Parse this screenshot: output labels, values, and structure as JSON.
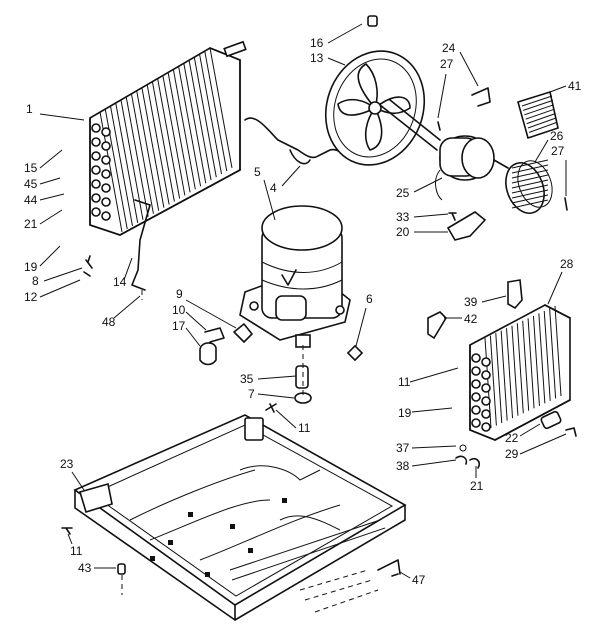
{
  "diagram": {
    "callouts": [
      {
        "id": "c1",
        "text": "1"
      },
      {
        "id": "c15",
        "text": "15"
      },
      {
        "id": "c45",
        "text": "45"
      },
      {
        "id": "c44",
        "text": "44"
      },
      {
        "id": "c21a",
        "text": "21"
      },
      {
        "id": "c19a",
        "text": "19"
      },
      {
        "id": "c8",
        "text": "8"
      },
      {
        "id": "c12",
        "text": "12"
      },
      {
        "id": "c14",
        "text": "14"
      },
      {
        "id": "c48",
        "text": "48"
      },
      {
        "id": "c16",
        "text": "16"
      },
      {
        "id": "c13",
        "text": "13"
      },
      {
        "id": "c24",
        "text": "24"
      },
      {
        "id": "c27a",
        "text": "27"
      },
      {
        "id": "c41",
        "text": "41"
      },
      {
        "id": "c26",
        "text": "26"
      },
      {
        "id": "c27b",
        "text": "27"
      },
      {
        "id": "c5",
        "text": "5"
      },
      {
        "id": "c4",
        "text": "4"
      },
      {
        "id": "c25",
        "text": "25"
      },
      {
        "id": "c33",
        "text": "33"
      },
      {
        "id": "c20",
        "text": "20"
      },
      {
        "id": "c9",
        "text": "9"
      },
      {
        "id": "c10",
        "text": "10"
      },
      {
        "id": "c17",
        "text": "17"
      },
      {
        "id": "c6",
        "text": "6"
      },
      {
        "id": "c35",
        "text": "35"
      },
      {
        "id": "c7",
        "text": "7"
      },
      {
        "id": "c11a",
        "text": "11"
      },
      {
        "id": "c28",
        "text": "28"
      },
      {
        "id": "c39",
        "text": "39"
      },
      {
        "id": "c42",
        "text": "42"
      },
      {
        "id": "c11b",
        "text": "11"
      },
      {
        "id": "c19b",
        "text": "19"
      },
      {
        "id": "c37",
        "text": "37"
      },
      {
        "id": "c38",
        "text": "38"
      },
      {
        "id": "c21b",
        "text": "21"
      },
      {
        "id": "c22",
        "text": "22"
      },
      {
        "id": "c29",
        "text": "29"
      },
      {
        "id": "c23",
        "text": "23"
      },
      {
        "id": "c11c",
        "text": "11"
      },
      {
        "id": "c43",
        "text": "43"
      },
      {
        "id": "c47",
        "text": "47"
      }
    ]
  }
}
